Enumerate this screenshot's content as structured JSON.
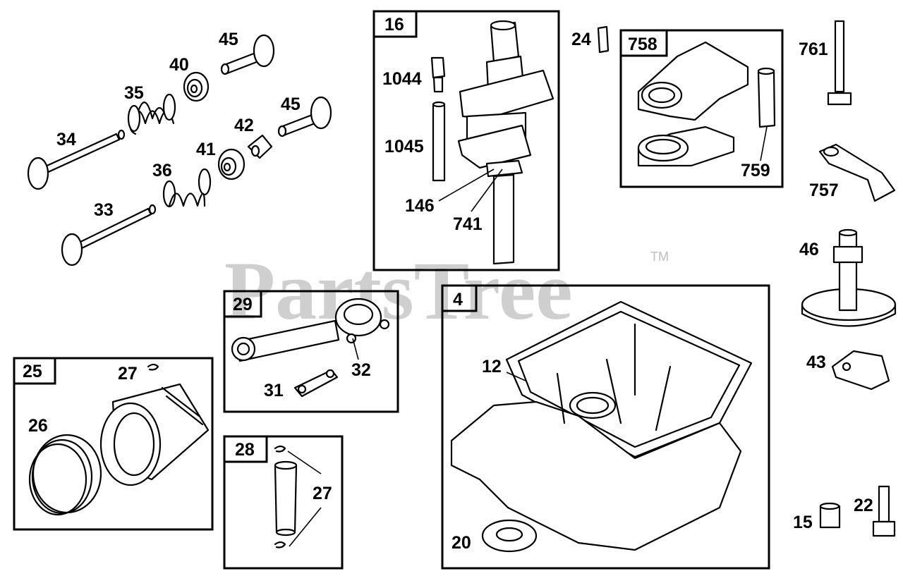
{
  "watermark": "PartsTree",
  "trademark": "TM",
  "boxes": {
    "b16": "16",
    "b758": "758",
    "b29": "29",
    "b4": "4",
    "b25": "25",
    "b28": "28"
  },
  "labels": {
    "l45a": "45",
    "l40": "40",
    "l35": "35",
    "l45b": "45",
    "l42": "42",
    "l34": "34",
    "l41": "41",
    "l36": "36",
    "l33": "33",
    "l1044": "1044",
    "l1045": "1045",
    "l146": "146",
    "l741": "741",
    "l24": "24",
    "l759": "759",
    "l761": "761",
    "l757": "757",
    "l46": "46",
    "l43": "43",
    "l32": "32",
    "l31": "31",
    "l12": "12",
    "l20": "20",
    "l27a": "27",
    "l26": "26",
    "l27b": "27",
    "l15": "15",
    "l22": "22"
  }
}
